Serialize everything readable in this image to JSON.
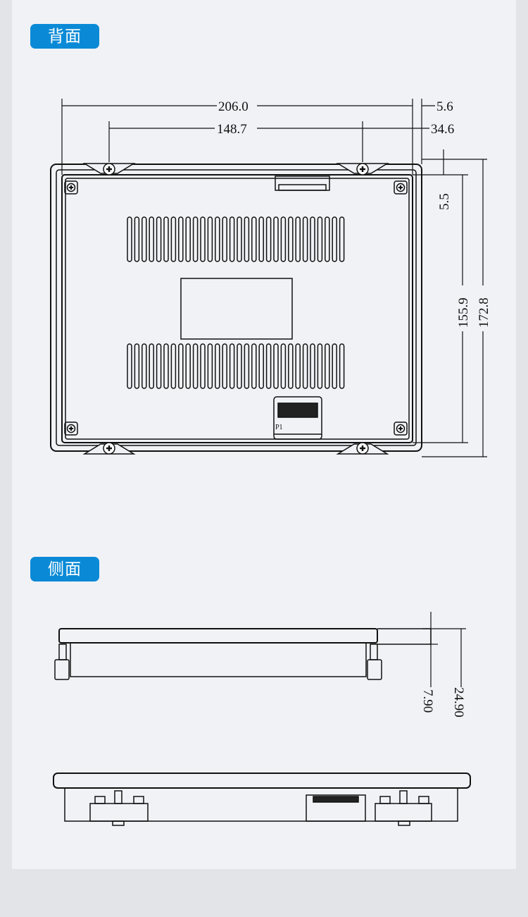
{
  "sections": {
    "back": {
      "title": "背面"
    },
    "side": {
      "title": "侧面"
    }
  },
  "dimensions": {
    "overall_width": "206.0",
    "right_margin": "5.6",
    "mount_spacing": "148.7",
    "mount_offset": "34.6",
    "top_margin": "5.5",
    "inner_height": "155.9",
    "overall_height": "172.8",
    "panel_depth": "7.90",
    "total_depth": "24.90"
  },
  "connector": {
    "label": "P1"
  },
  "colors": {
    "accent": "#0a8ad6",
    "panel": "#f1f2f6",
    "outer": "#e3e4e8"
  }
}
